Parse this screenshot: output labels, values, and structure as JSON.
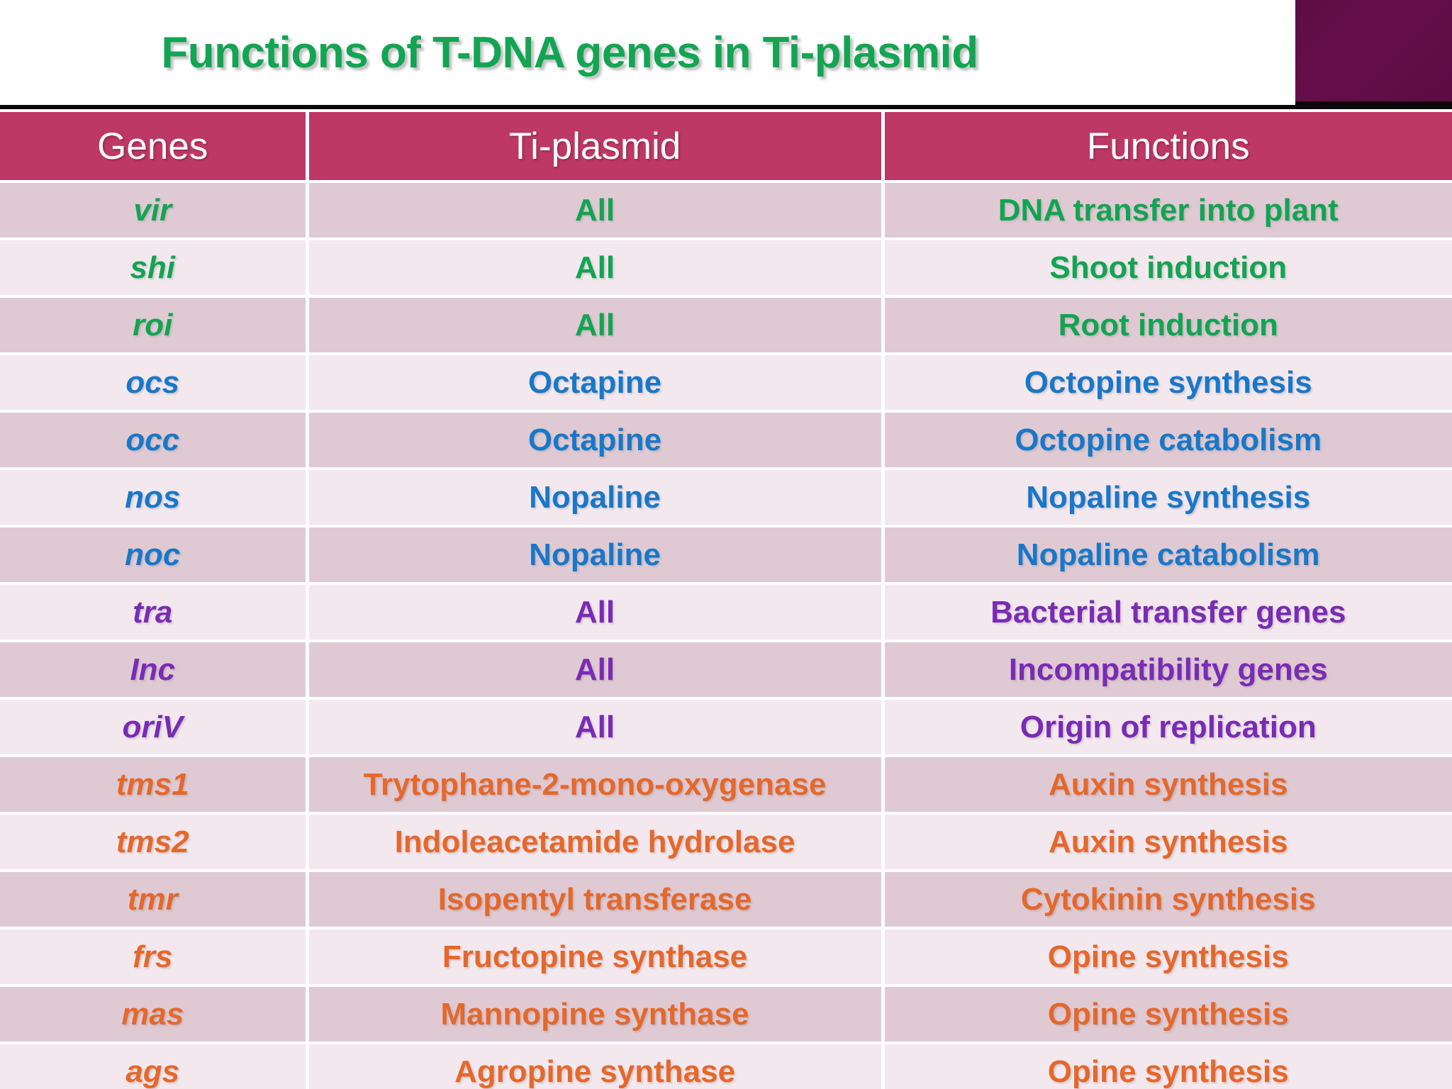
{
  "title": "Functions of T-DNA genes in Ti-plasmid",
  "colors": {
    "title_green": "#12A552",
    "header_pink": "#BD3865",
    "row_dark": "#DFCAD4",
    "row_light": "#F3E8EE",
    "corner_purple": "#5C0D43",
    "group_green": "#11A551",
    "group_blue": "#1878C8",
    "group_purple": "#7A2BB5",
    "group_orange": "#E5682B"
  },
  "table": {
    "columns": [
      "Genes",
      "Ti-plasmid",
      "Functions"
    ],
    "rows": [
      {
        "gene": "vir",
        "plasmid": "All",
        "function": "DNA transfer into plant",
        "group": "green"
      },
      {
        "gene": "shi",
        "plasmid": "All",
        "function": "Shoot induction",
        "group": "green"
      },
      {
        "gene": "roi",
        "plasmid": "All",
        "function": "Root induction",
        "group": "green"
      },
      {
        "gene": "ocs",
        "plasmid": "Octapine",
        "function": "Octopine synthesis",
        "group": "blue"
      },
      {
        "gene": "occ",
        "plasmid": "Octapine",
        "function": "Octopine catabolism",
        "group": "blue"
      },
      {
        "gene": "nos",
        "plasmid": "Nopaline",
        "function": "Nopaline synthesis",
        "group": "blue"
      },
      {
        "gene": "noc",
        "plasmid": "Nopaline",
        "function": "Nopaline catabolism",
        "group": "blue"
      },
      {
        "gene": "tra",
        "plasmid": "All",
        "function": "Bacterial transfer genes",
        "group": "purple"
      },
      {
        "gene": "Inc",
        "plasmid": "All",
        "function": "Incompatibility genes",
        "group": "purple"
      },
      {
        "gene": "oriV",
        "plasmid": "All",
        "function": "Origin of replication",
        "group": "purple"
      },
      {
        "gene": "tms1",
        "plasmid": "Trytophane-2-mono-oxygenase",
        "function": "Auxin synthesis",
        "group": "orange"
      },
      {
        "gene": "tms2",
        "plasmid": "Indoleacetamide hydrolase",
        "function": "Auxin synthesis",
        "group": "orange"
      },
      {
        "gene": "tmr",
        "plasmid": "Isopentyl transferase",
        "function": "Cytokinin synthesis",
        "group": "orange"
      },
      {
        "gene": "frs",
        "plasmid": "Fructopine synthase",
        "function": "Opine synthesis",
        "group": "orange"
      },
      {
        "gene": "mas",
        "plasmid": "Mannopine synthase",
        "function": "Opine synthesis",
        "group": "orange"
      },
      {
        "gene": "ags",
        "plasmid": "Agropine synthase",
        "function": "Opine synthesis",
        "group": "orange"
      }
    ]
  }
}
